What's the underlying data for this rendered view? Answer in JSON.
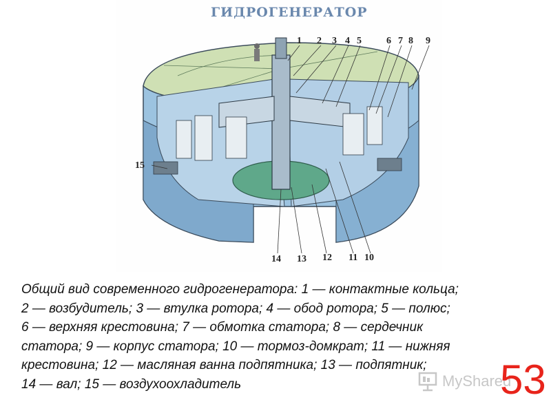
{
  "figure": {
    "title": "ГИДРОГЕНЕРАТОР",
    "callouts": [
      "1",
      "2",
      "3",
      "4",
      "5",
      "6",
      "7",
      "8",
      "9",
      "10",
      "11",
      "12",
      "13",
      "14",
      "15"
    ]
  },
  "caption": {
    "lines": [
      "Общий вид современного гидрогенератора: 1 — контактные кольца;",
      "2 — возбудитель; 3 — втулка ротора; 4 — обод ротора; 5 — полюс;",
      "6 — верхняя крестовина; 7 — обмотка статора; 8 — сердечник",
      "статора; 9 — корпус статора; 10 — тормоз-домкрат; 11 — нижняя",
      "крестовина; 12 — масляная ванна подпятника; 13 — подпятник;",
      "14 — вал; 15 — воздухоохладитель"
    ]
  },
  "watermark": {
    "text": "MyShared",
    "icon": "presentation-board-icon"
  },
  "page_number": "53",
  "colors": {
    "steel_blue": "#9cc3e0",
    "pale_green": "#cfe0b4",
    "page_number": "#e8241b",
    "title": "#6a88ad"
  }
}
